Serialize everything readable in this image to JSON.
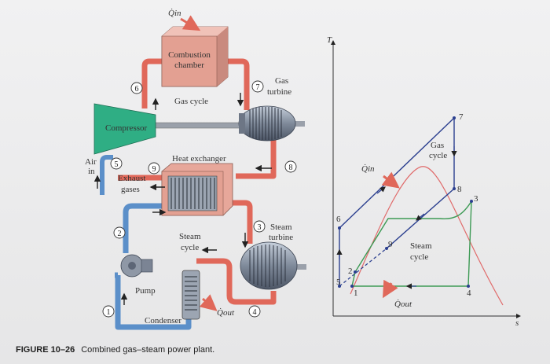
{
  "labels": {
    "q_in_top": "Q̇in",
    "combustion_line1": "Combustion",
    "combustion_line2": "chamber",
    "gas_turbine_line1": "Gas",
    "gas_turbine_line2": "turbine",
    "gas_cycle": "Gas cycle",
    "compressor": "Compressor",
    "air_line1": "Air",
    "air_line2": "in",
    "heat_exchanger": "Heat exchanger",
    "exhaust_line1": "Exhaust",
    "exhaust_line2": "gases",
    "steam_turbine_line1": "Steam",
    "steam_turbine_line2": "turbine",
    "steam_cycle_line1": "Steam",
    "steam_cycle_line2": "cycle",
    "pump": "Pump",
    "condenser": "Condenser",
    "q_out": "Q̇out"
  },
  "states": [
    "1",
    "2",
    "3",
    "4",
    "5",
    "6",
    "7",
    "8",
    "9"
  ],
  "ts": {
    "t_axis": "T",
    "s_axis": "s",
    "gas_cycle_line1": "Gas",
    "gas_cycle_line2": "cycle",
    "q_in": "Q̇in",
    "steam_cycle_line1": "Steam",
    "steam_cycle_line2": "cycle",
    "q_out": "Q̇out"
  },
  "caption": {
    "prefix": "FIGURE 10–26",
    "text": "Combined gas–steam power plant."
  },
  "colors": {
    "gas_loop": "#e0685a",
    "water_loop": "#5b8fc9",
    "steam_curve": "#e06a6a",
    "gas_cycle_line": "#2b3f8f",
    "steam_cycle_line": "#3d9a55",
    "compressor": "#2fae84",
    "combustion": "#e7a79a",
    "heat_exchanger": "#e7a79a"
  }
}
